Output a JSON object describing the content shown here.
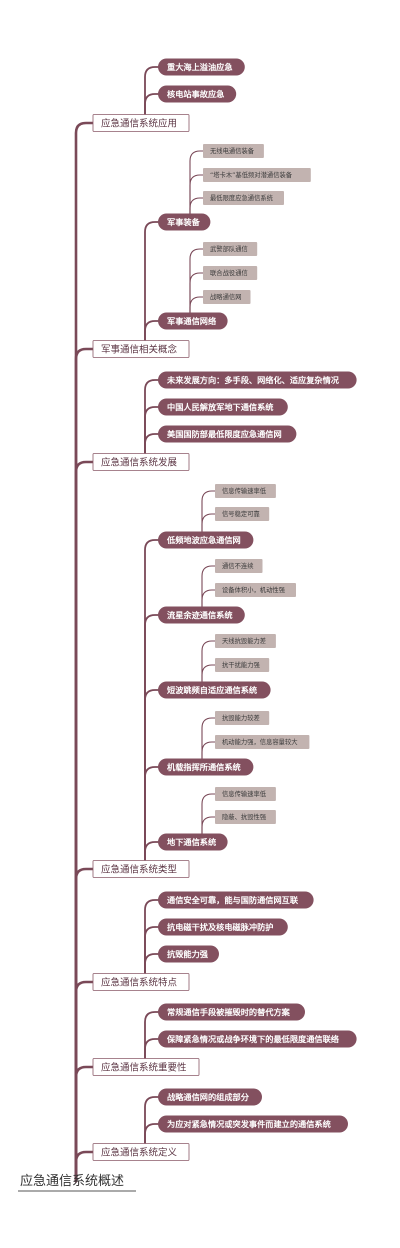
{
  "colors": {
    "branch": "#7a4958",
    "level2_fill": "#83505f",
    "level3_fill": "#c2b3b0",
    "level1_border": "#8a5a68",
    "root_underline": "#555555"
  },
  "root": {
    "label": "应急通信系统概述"
  },
  "categories": [
    {
      "label": "应急通信系统应用",
      "children": [
        {
          "label": "重大海上溢油应急",
          "children": []
        },
        {
          "label": "核电站事故应急",
          "children": []
        }
      ]
    },
    {
      "label": "军事通信相关概念",
      "children": [
        {
          "label": "军事装备",
          "children": [
            "无线电通信装备",
            "“塔卡木”基低频对潜通信装备",
            "最低限度应急通信系统"
          ]
        },
        {
          "label": "军事通信网络",
          "children": [
            "武警部队通信",
            "联合战役通信",
            "战略通信网"
          ]
        }
      ]
    },
    {
      "label": "应急通信系统发展",
      "children": [
        {
          "label": "未来发展方向：多手段、网络化、适应复杂情况",
          "children": []
        },
        {
          "label": "中国人民解放军地下通信系统",
          "children": []
        },
        {
          "label": "美国国防部最低限度应急通信网",
          "children": []
        }
      ]
    },
    {
      "label": "应急通信系统类型",
      "children": [
        {
          "label": "低频地波应急通信网",
          "children": [
            "信息传输速率低",
            "信号稳定可靠"
          ]
        },
        {
          "label": "流星余迹通信系统",
          "children": [
            "通信不连续",
            "设备体积小，机动性强"
          ]
        },
        {
          "label": "短波跳频自适应通信系统",
          "children": [
            "天线抗毁能力差",
            "抗干扰能力强"
          ]
        },
        {
          "label": "机载指挥所通信系统",
          "children": [
            "抗毁能力较差",
            "机动能力强，信息容量较大"
          ]
        },
        {
          "label": "地下通信系统",
          "children": [
            "信息传输速率低",
            "隐蔽、抗毁性强"
          ]
        }
      ]
    },
    {
      "label": "应急通信系统特点",
      "children": [
        {
          "label": "通信安全可靠，能与国防通信网互联",
          "children": []
        },
        {
          "label": "抗电磁干扰及核电磁脉冲防护",
          "children": []
        },
        {
          "label": "抗毁能力强",
          "children": []
        }
      ]
    },
    {
      "label": "应急通信系统重要性",
      "children": [
        {
          "label": "常规通信手段被摧毁时的替代方案",
          "children": []
        },
        {
          "label": "保障紧急情况或战争环境下的最低限度通信联络",
          "children": []
        }
      ]
    },
    {
      "label": "应急通信系统定义",
      "children": [
        {
          "label": "战略通信网的组成部分",
          "children": []
        },
        {
          "label": "为应对紧急情况或突发事件而建立的通信系统",
          "children": []
        }
      ]
    }
  ]
}
